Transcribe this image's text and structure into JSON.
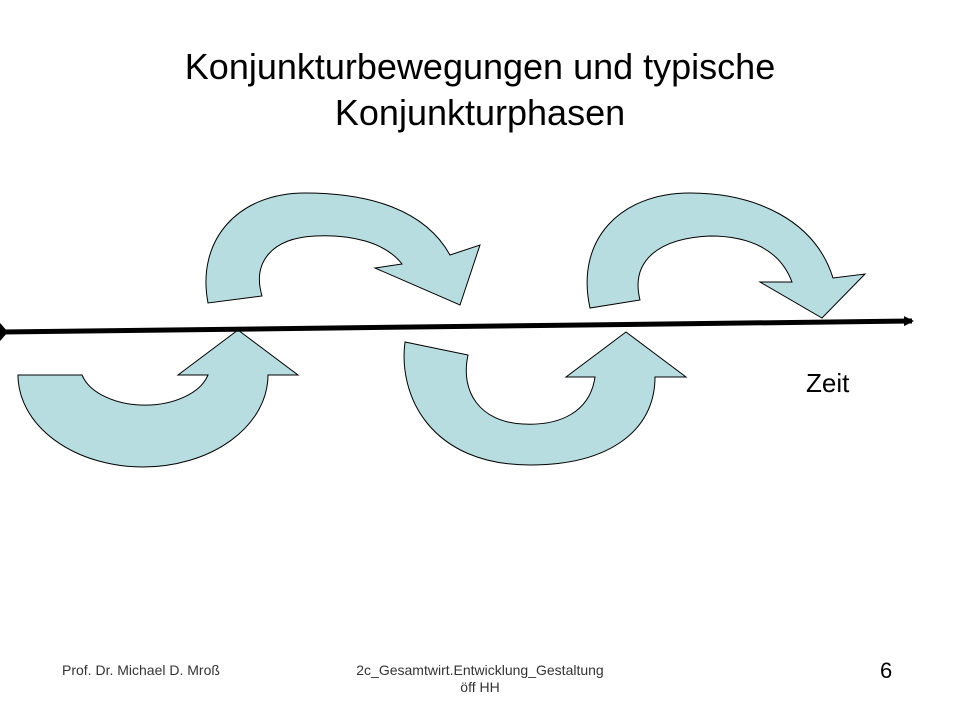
{
  "title": {
    "line1": "Konjunkturbewegungen und typische",
    "line2": "Konjunkturphasen"
  },
  "axis": {
    "label": "Zeit"
  },
  "colors": {
    "arrow_fill": "#b8dde0",
    "stroke": "#000000",
    "background": "#ffffff"
  },
  "footer": {
    "author": "Prof. Dr. Michael D. Mroß",
    "file_line1": "2c_Gesamtwirt.Entwicklung_Gestaltung",
    "file_line2": "öff HH",
    "page_number": "6"
  }
}
